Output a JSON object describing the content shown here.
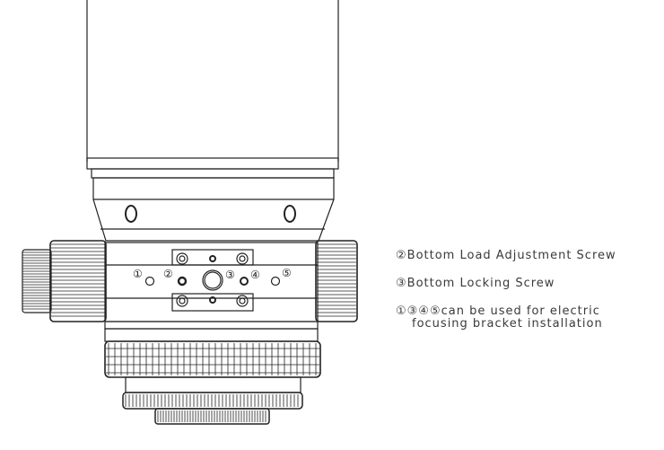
{
  "diagram": {
    "hole_labels": [
      "①",
      "②",
      "③",
      "④",
      "⑤"
    ],
    "legend": [
      {
        "text": "②Bottom Load Adjustment Screw"
      },
      {
        "text": "③Bottom Locking Screw"
      },
      {
        "text": "①③④⑤can be used for electric",
        "continuation": "focusing bracket installation"
      }
    ],
    "colors": {
      "line": "#222222",
      "text": "#3a3a3a"
    }
  }
}
